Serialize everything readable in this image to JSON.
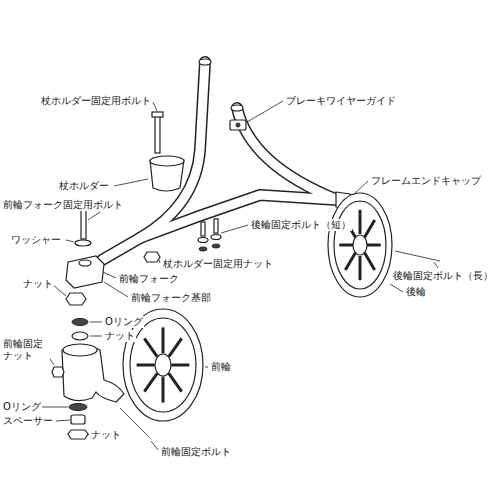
{
  "diagram": {
    "labels": [
      "杖ホルダー固定用ボルト",
      "ブレーキワイヤーガイド",
      "杖ホルダー",
      "フレームエンドキャップ",
      "前輪フォーク固定用ボルト",
      "ワッシャー",
      "後輪固定ボルト（短）",
      "前輪フォーク",
      "杖ホルダー固定用ナット",
      "ナット",
      "前輪フォーク基部",
      "後輪固定ボルト（長）",
      "後輪",
      "Oリング",
      "ナット",
      "前輪固定 ナット",
      "前輪",
      "Oリング",
      "スペーサー",
      "ナット",
      "前輪固定ボルト"
    ]
  }
}
